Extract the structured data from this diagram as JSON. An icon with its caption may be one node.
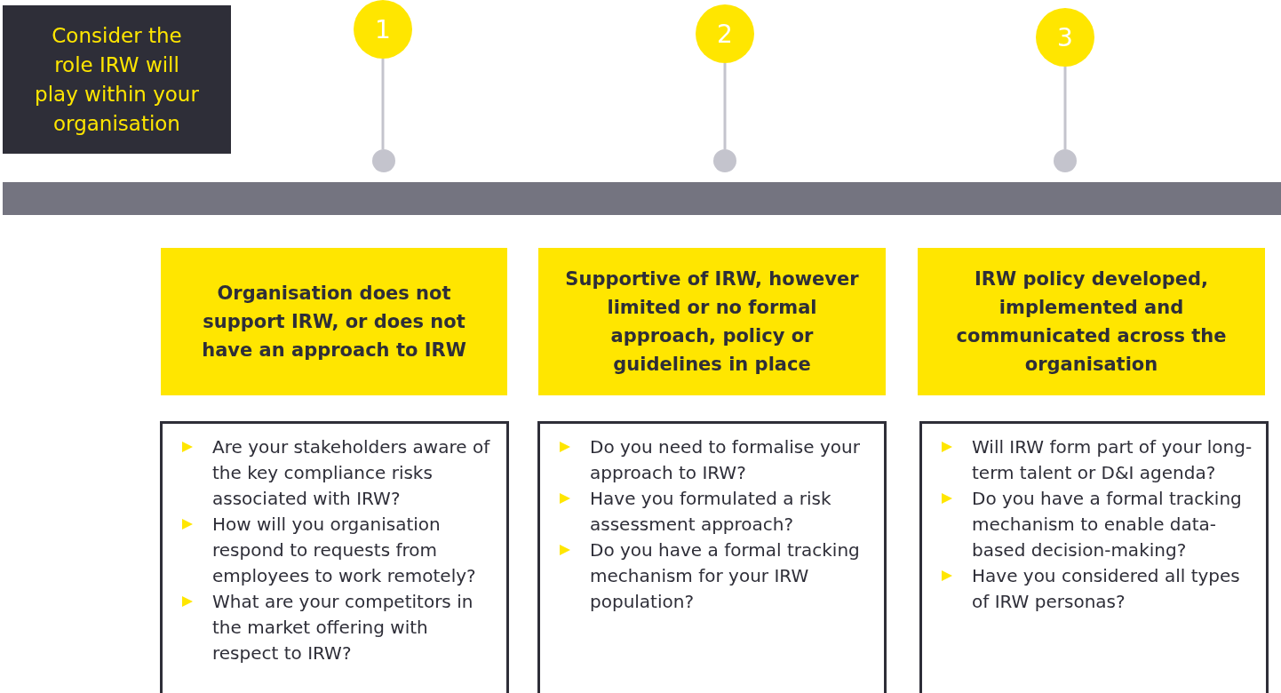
{
  "diagram": {
    "nodes": [
      {
        "text": [
          "Consider the role IRW will play within your organisation"
        ]
      },
      {
        "text": [
          "1"
        ]
      },
      {
        "text": [
          "2"
        ]
      },
      {
        "text": [
          "3"
        ]
      },
      {
        "text": [],
        "shape": "circle"
      },
      {
        "text": [],
        "shape": "circle"
      },
      {
        "text": [],
        "shape": "circle"
      },
      {
        "text": [
          "Organisation does not support IRW, or does not have an approach to IRW"
        ]
      },
      {
        "text": [
          "Supportive of IRW, however limited or no formal approach, policy or guidelines in place"
        ]
      },
      {
        "text": [
          "IRW policy developed, implemented and communicated across the organisation"
        ]
      },
      {
        "text": [
          "Are your stakeholders aware of the key compliance risks associated with IRW?",
          "How will you organisation respond to requests from employees to work remotely?",
          "What are your competitors in the market offering with respect to IRW?"
        ]
      },
      {
        "text": [
          "Do you need to formalise your approach to IRW?",
          "Have you formulated a risk assessment approach?",
          "Do you have a formal tracking mechanism for your IRW population?"
        ]
      },
      {
        "text": [
          "Will IRW form part of your long-term talent or D&I agenda?",
          "Do you have a formal tracking mechanism to enable data-based decision-making?",
          "Have you considered all types of IRW personas?"
        ]
      },
      {
        "text": [],
        "shape": "bar"
      }
    ],
    "edges": [
      {
        "from": 1,
        "to": 4,
        "arrow": "none"
      },
      {
        "from": 2,
        "to": 5,
        "arrow": "none"
      },
      {
        "from": 3,
        "to": 6,
        "arrow": "none"
      }
    ]
  }
}
